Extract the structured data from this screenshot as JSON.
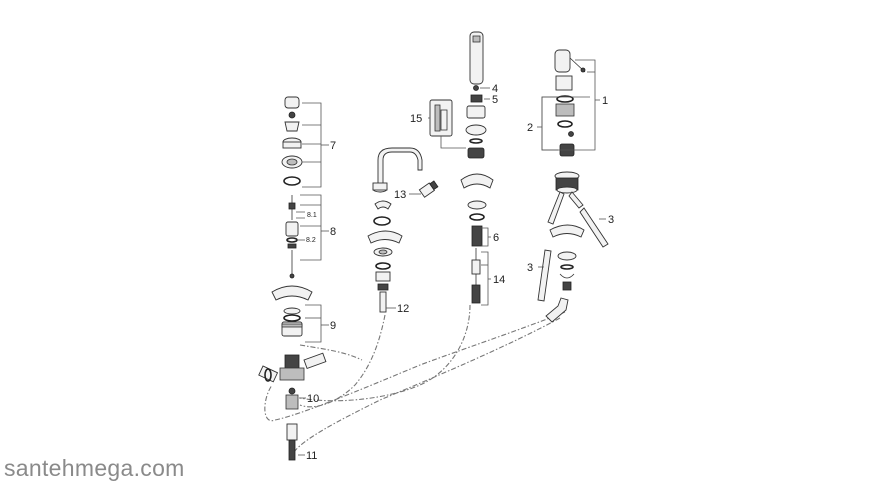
{
  "watermark": "santehmega.com",
  "callouts": {
    "c1": "1",
    "c2": "2",
    "c3a": "3",
    "c3b": "3",
    "c4": "4",
    "c5": "5",
    "c6": "6",
    "c7": "7",
    "c8": "8",
    "c8_1": "8.1",
    "c8_2": "8.2",
    "c9": "9",
    "c10": "10",
    "c11": "11",
    "c12": "12",
    "c13": "13",
    "c14": "14",
    "c15": "15"
  }
}
